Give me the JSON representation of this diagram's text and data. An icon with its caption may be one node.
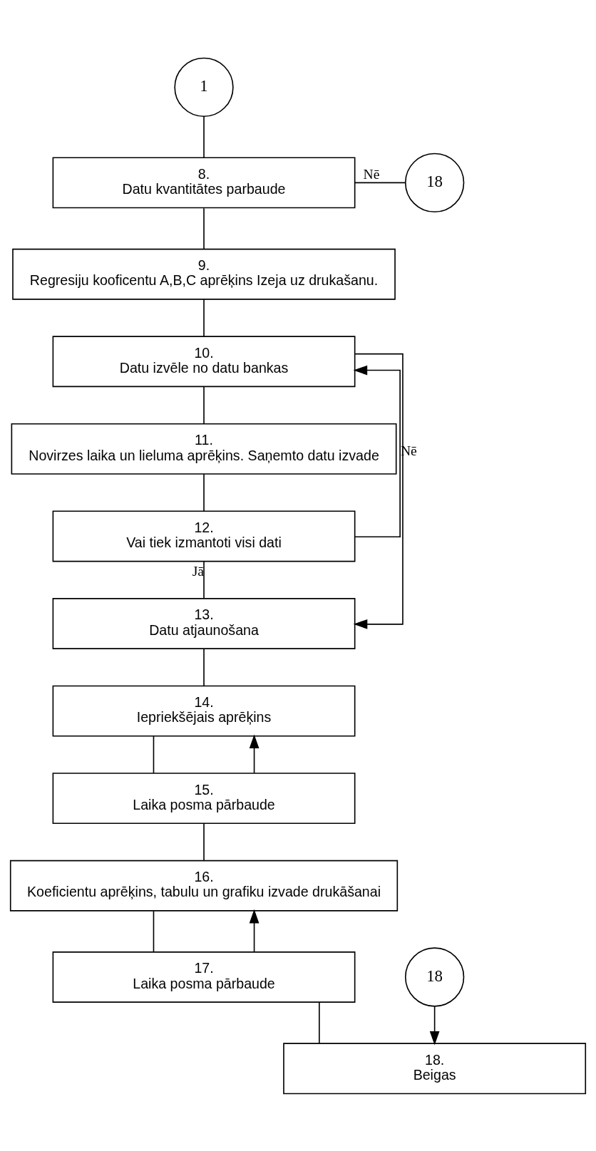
{
  "diagram": {
    "nodes": [
      {
        "text": [
          "1"
        ]
      },
      {
        "text": [
          "18"
        ]
      },
      {
        "text": [
          "8.",
          "Datu kvantitātes parbaude"
        ]
      },
      {
        "text": [
          "9.",
          "Regresiju kooficentu A,B,C aprēķins Izeja uz drukašanu."
        ]
      },
      {
        "text": [
          "10.",
          "Datu izvēle no datu bankas"
        ]
      },
      {
        "text": [
          "11.",
          "Novirzes laika un lieluma aprēķins. Saņemto datu izvade"
        ]
      },
      {
        "text": [
          "12.",
          "Vai tiek izmantoti visi dati"
        ]
      },
      {
        "text": [
          "13.",
          "Datu atjaunošana"
        ]
      },
      {
        "text": [
          "14.",
          "Iepriekšējais aprēķins"
        ]
      },
      {
        "text": [
          "15.",
          "Laika posma pārbaude"
        ]
      },
      {
        "text": [
          "16.",
          "Koeficientu aprēķins, tabulu un grafiku izvade drukāšanai"
        ]
      },
      {
        "text": [
          "17.",
          "Laika posma pārbaude"
        ]
      },
      {
        "text": [
          "18"
        ]
      },
      {
        "text": [
          "18.",
          "Beigas"
        ]
      }
    ],
    "edges": [
      {
        "from": 0,
        "to": 2,
        "arrow": "none"
      },
      {
        "from": 2,
        "to": 1,
        "arrow": "none",
        "label": "Nē"
      },
      {
        "from": 2,
        "to": 3,
        "arrow": "none"
      },
      {
        "from": 3,
        "to": 4,
        "arrow": "none"
      },
      {
        "from": 4,
        "to": 5,
        "arrow": "none"
      },
      {
        "from": 5,
        "to": 6,
        "arrow": "none"
      },
      {
        "from": 6,
        "to": 4,
        "arrow": "to",
        "label": "Nē"
      },
      {
        "from": 6,
        "to": 7,
        "arrow": "none",
        "label": "Jā"
      },
      {
        "from": 4,
        "to": 7,
        "arrow": "to"
      },
      {
        "from": 7,
        "to": 8,
        "arrow": "none"
      },
      {
        "from": 9,
        "to": 8,
        "arrow": "to"
      },
      {
        "from": 8,
        "to": 9,
        "arrow": "none"
      },
      {
        "from": 9,
        "to": 10,
        "arrow": "none"
      },
      {
        "from": 11,
        "to": 10,
        "arrow": "to"
      },
      {
        "from": 10,
        "to": 11,
        "arrow": "none"
      },
      {
        "from": 11,
        "to": 13,
        "arrow": "none"
      },
      {
        "from": 12,
        "to": 13,
        "arrow": "to"
      }
    ]
  }
}
